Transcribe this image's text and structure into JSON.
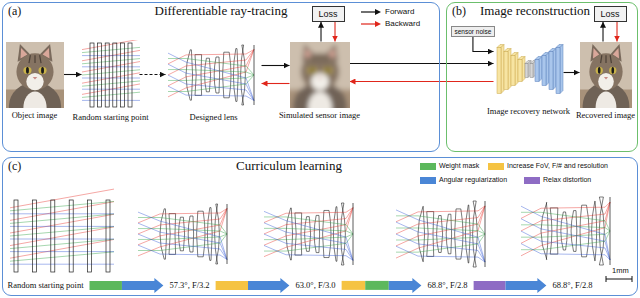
{
  "diagram": {
    "nodes": [
      {
        "text": [
          "(a)",
          "Differentiable ray-tracing"
        ]
      },
      {
        "text": [
          "Object image"
        ],
        "in": 0
      },
      {
        "text": [
          "Random starting point"
        ],
        "in": 0
      },
      {
        "text": [
          "Designed lens"
        ],
        "in": 0
      },
      {
        "text": [
          "Simulated sensor image"
        ],
        "in": 0
      },
      {
        "text": [
          "Loss"
        ],
        "in": 0
      },
      {
        "text": [
          "(b)",
          "Image reconstruction"
        ]
      },
      {
        "text": [
          "sensor noise"
        ],
        "in": 6
      },
      {
        "text": [
          "Image recovery network"
        ],
        "in": 6
      },
      {
        "text": [
          "Recovered image"
        ],
        "in": 6
      },
      {
        "text": [
          "Loss"
        ],
        "in": 6
      },
      {
        "text": [
          "(c)",
          "Curriculum learning"
        ]
      },
      {
        "text": [
          "Random starting point"
        ],
        "in": 11
      },
      {
        "text": [
          "57.3°, F/3.2"
        ],
        "in": 11
      },
      {
        "text": [
          "63.0°, F/3.0"
        ],
        "in": 11
      },
      {
        "text": [
          "68.8°, F/2.8"
        ],
        "in": 11
      },
      {
        "text": [
          "68.8°, F/2.8"
        ],
        "in": 11
      }
    ],
    "edges": [
      {
        "from": 1,
        "to": 2,
        "arrow": "to"
      },
      {
        "from": 2,
        "to": 3,
        "arrow": "to"
      },
      {
        "from": 3,
        "to": 4,
        "arrow": "to"
      },
      {
        "from": 4,
        "to": 3,
        "arrow": "to"
      },
      {
        "from": 4,
        "to": 5,
        "arrow": "to"
      },
      {
        "from": 5,
        "to": 4,
        "arrow": "to"
      },
      {
        "from": 4,
        "to": 8,
        "arrow": "to"
      },
      {
        "from": 8,
        "to": 4,
        "arrow": "to"
      },
      {
        "from": 7,
        "to": 8,
        "arrow": "to"
      },
      {
        "from": 8,
        "to": 9,
        "arrow": "to"
      },
      {
        "from": 9,
        "to": 10,
        "arrow": "to"
      },
      {
        "from": 10,
        "to": 9,
        "arrow": "to"
      },
      {
        "from": 12,
        "to": 13,
        "arrow": "to"
      },
      {
        "from": 13,
        "to": 14,
        "arrow": "to"
      },
      {
        "from": 14,
        "to": 15,
        "arrow": "to"
      },
      {
        "from": 15,
        "to": 16,
        "arrow": "to"
      }
    ],
    "labels": [
      "1mm"
    ],
    "legend": [
      {
        "text": "Forward"
      },
      {
        "text": "Backward"
      },
      {
        "text": "Weight mask",
        "color": "#5cb85c"
      },
      {
        "text": "Increase FoV, F/# and resolution",
        "color": "#f5c342"
      },
      {
        "text": "Angular regularization",
        "color": "#4a86d6"
      },
      {
        "text": "Relax distortion",
        "color": "#8e6cc4"
      }
    ]
  }
}
